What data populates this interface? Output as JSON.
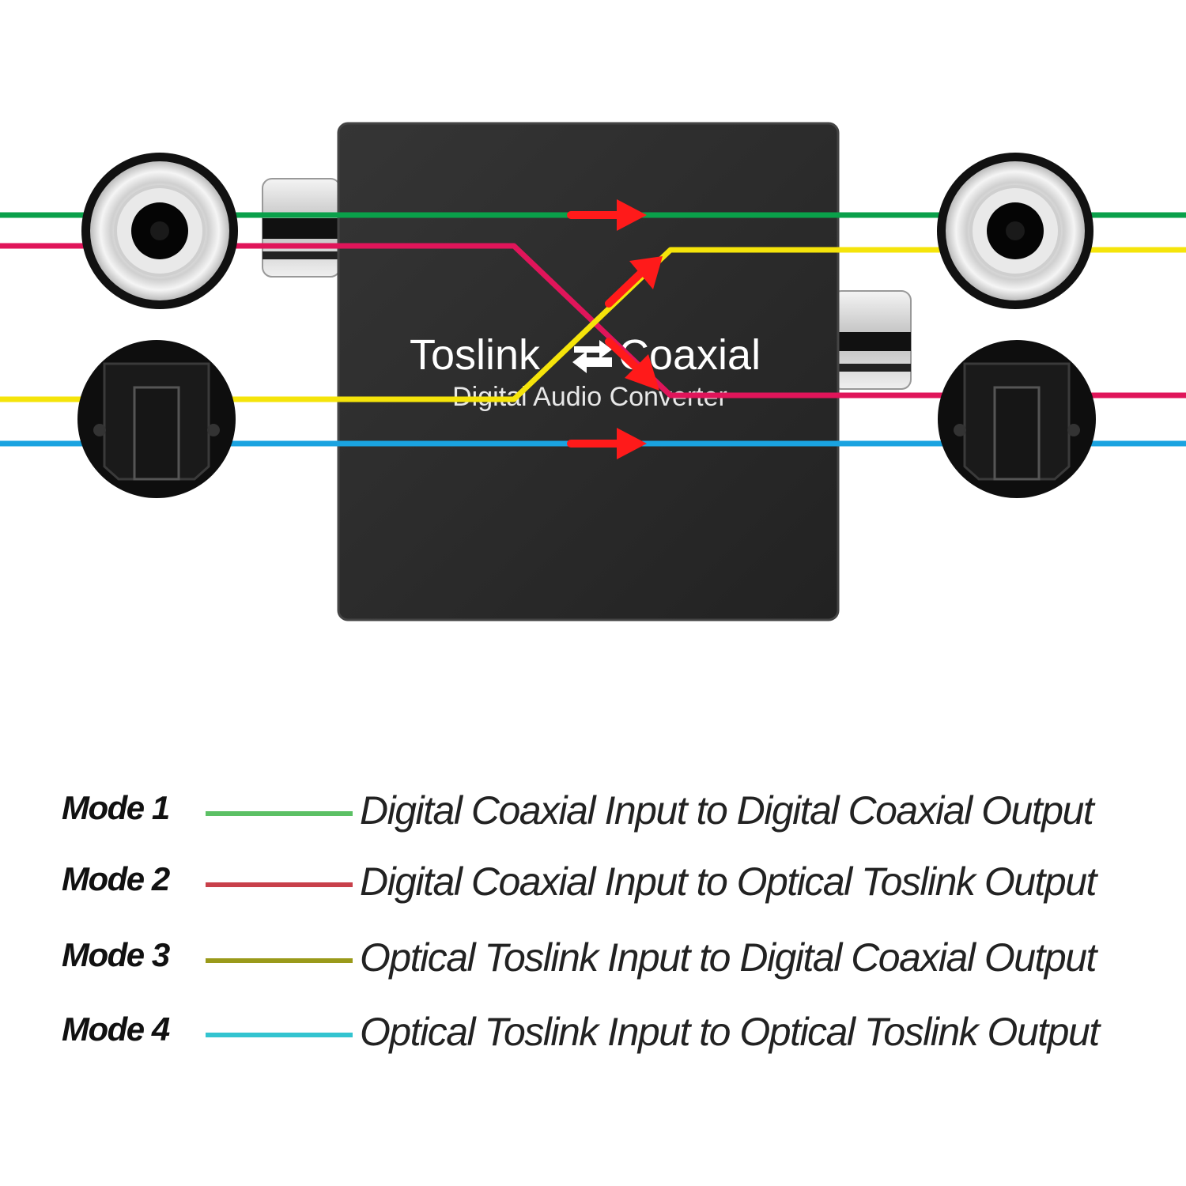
{
  "device": {
    "title_left": "Toslink",
    "title_right": "Coaxial",
    "subtitle": "Digital Audio Converter",
    "body_color": "#2a2a2a"
  },
  "signal_colors": {
    "mode1": "#0aa04a",
    "mode2": "#e0155a",
    "mode3": "#f5e40a",
    "mode4": "#1aa3e0",
    "arrow": "#ff1a1a"
  },
  "connectors": [
    {
      "side": "input",
      "type": "coaxial-rca",
      "icon": "rca-jack-icon"
    },
    {
      "side": "input",
      "type": "optical-toslink",
      "icon": "toslink-port-icon"
    },
    {
      "side": "output",
      "type": "coaxial-rca",
      "icon": "rca-jack-icon"
    },
    {
      "side": "output",
      "type": "optical-toslink",
      "icon": "toslink-port-icon"
    }
  ],
  "legend": [
    {
      "label": "Mode 1",
      "color": "#5cc065",
      "description": "Digital Coaxial Input to Digital Coaxial Output"
    },
    {
      "label": "Mode 2",
      "color": "#c8404a",
      "description": "Digital Coaxial Input to Optical Toslink Output"
    },
    {
      "label": "Mode 3",
      "color": "#9a9a1a",
      "description": "Optical Toslink Input to Digital Coaxial Output"
    },
    {
      "label": "Mode 4",
      "color": "#33c4d0",
      "description": "Optical Toslink Input to Optical Toslink Output"
    }
  ]
}
